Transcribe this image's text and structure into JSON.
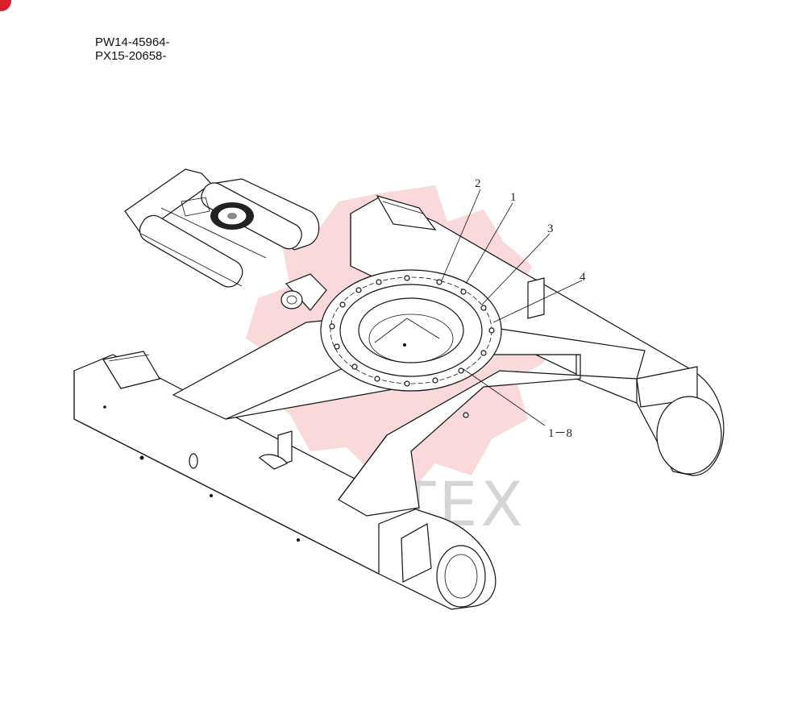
{
  "serial_numbers": [
    "PW14-45964-",
    "PX15-20658-"
  ],
  "callouts": [
    {
      "label": "2"
    },
    {
      "label": "1"
    },
    {
      "label": "3"
    },
    {
      "label": "4"
    },
    {
      "label": "1－8"
    }
  ],
  "watermark": {
    "text": "ИНТЕХ",
    "color": "#f4b9b9"
  },
  "colors": {
    "line": "#111111",
    "badge": "#d81e2a",
    "background": "#ffffff"
  }
}
